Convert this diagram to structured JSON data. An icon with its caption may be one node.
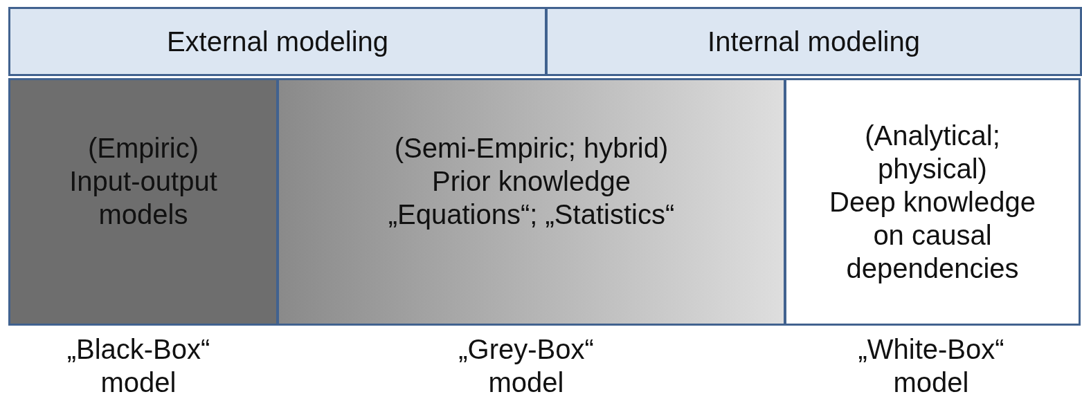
{
  "diagram": {
    "nodes": [
      {
        "text": [
          "External modeling"
        ]
      },
      {
        "text": [
          "Internal modeling"
        ]
      },
      {
        "text": [
          "(Empiric)",
          "Input-output models"
        ],
        "beside": [
          "„Black-Box“ model"
        ]
      },
      {
        "text": [
          "(Semi-Empiric; hybrid)",
          "Prior knowledge",
          "„Equations“; „Statistics“"
        ],
        "beside": [
          "„Grey-Box“ model"
        ]
      },
      {
        "text": [
          "(Analytical; physical)",
          "Deep knowledge on causal dependencies"
        ],
        "beside": [
          "„White-Box“ model"
        ]
      }
    ],
    "edges": []
  }
}
